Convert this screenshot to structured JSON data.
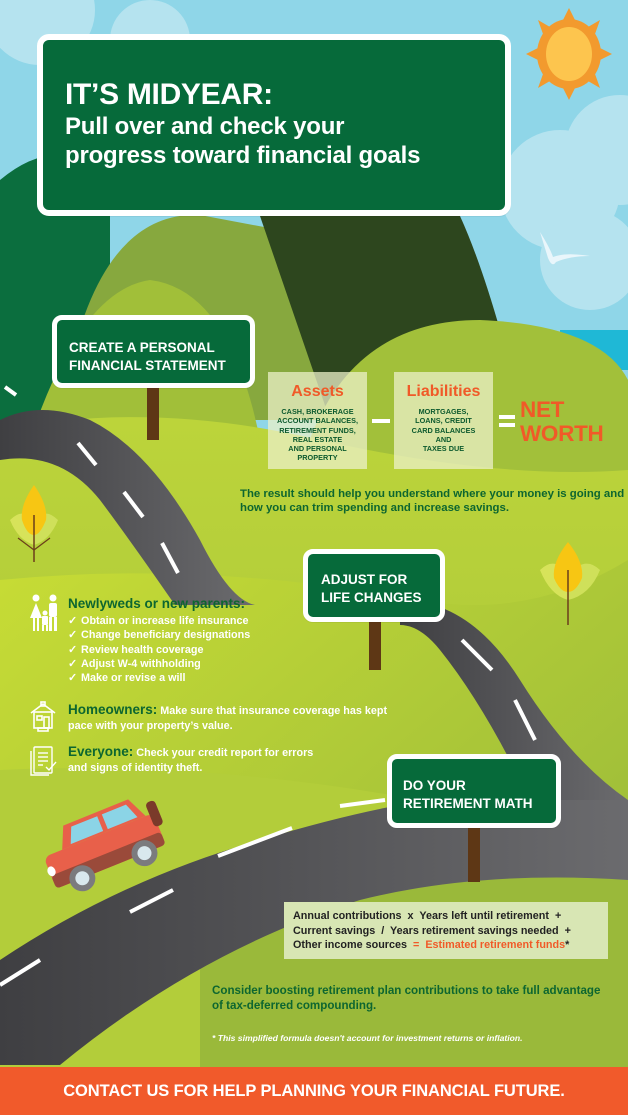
{
  "header": {
    "title": "IT’S MIDYEAR:",
    "subtitle_line1": "Pull over and check your",
    "subtitle_line2": "progress toward financial goals"
  },
  "step1": {
    "sign_line1": "CREATE A PERSONAL",
    "sign_line2": "FINANCIAL STATEMENT",
    "assets": {
      "heading": "Assets",
      "lines": [
        "CASH, BROKERAGE",
        "ACCOUNT BALANCES,",
        "RETIREMENT FUNDS,",
        "REAL ESTATE",
        "AND PERSONAL",
        "PROPERTY"
      ]
    },
    "liabilities": {
      "heading": "Liabilities",
      "lines": [
        "MORTGAGES,",
        "LOANS, CREDIT",
        "CARD BALANCES",
        "AND",
        "TAXES DUE"
      ]
    },
    "result_line1": "NET",
    "result_line2": "WORTH",
    "description": "The result should help you understand where your money is going and how you can trim spending and increase savings."
  },
  "step2": {
    "sign_line1": "ADJUST FOR",
    "sign_line2": "LIFE CHANGES",
    "newlyweds": {
      "heading": "Newlyweds or new parents:",
      "check_glyph": "✓",
      "items": [
        "Obtain or increase life insurance",
        "Change beneficiary designations",
        "Review health coverage",
        "Adjust W-4 withholding",
        "Make or revise a will"
      ]
    },
    "homeowners": {
      "label": "Homeowners:",
      "text": "Make sure that insurance coverage has kept pace with your property’s value."
    },
    "everyone": {
      "label": "Everyone:",
      "text": "Check your credit report for errors and signs of identity theft."
    }
  },
  "step3": {
    "sign_line1": "DO YOUR",
    "sign_line2": "RETIREMENT MATH",
    "formula": {
      "line1": "Annual contributions  x  Years left until retirement  +",
      "line2": "Current savings  /  Years retirement savings needed  +",
      "line3_prefix": "Other income sources  ",
      "line3_result": "=  Estimated retirement funds",
      "asterisk": "*"
    },
    "advice": "Consider boosting retirement plan contributions to take full advantage of tax-deferred compounding.",
    "footnote": "* This simplified formula doesn't account for investment returns or inflation."
  },
  "footer": {
    "cta": "CONTACT US FOR HELP PLANNING YOUR FINANCIAL FUTURE."
  },
  "colors": {
    "sign_green": "#066a3a",
    "accent_orange": "#f05a28",
    "text_green": "#0d6630",
    "sky": "#8fd6e8",
    "grass": "#a8c63a",
    "road": "#4a4a4c"
  }
}
